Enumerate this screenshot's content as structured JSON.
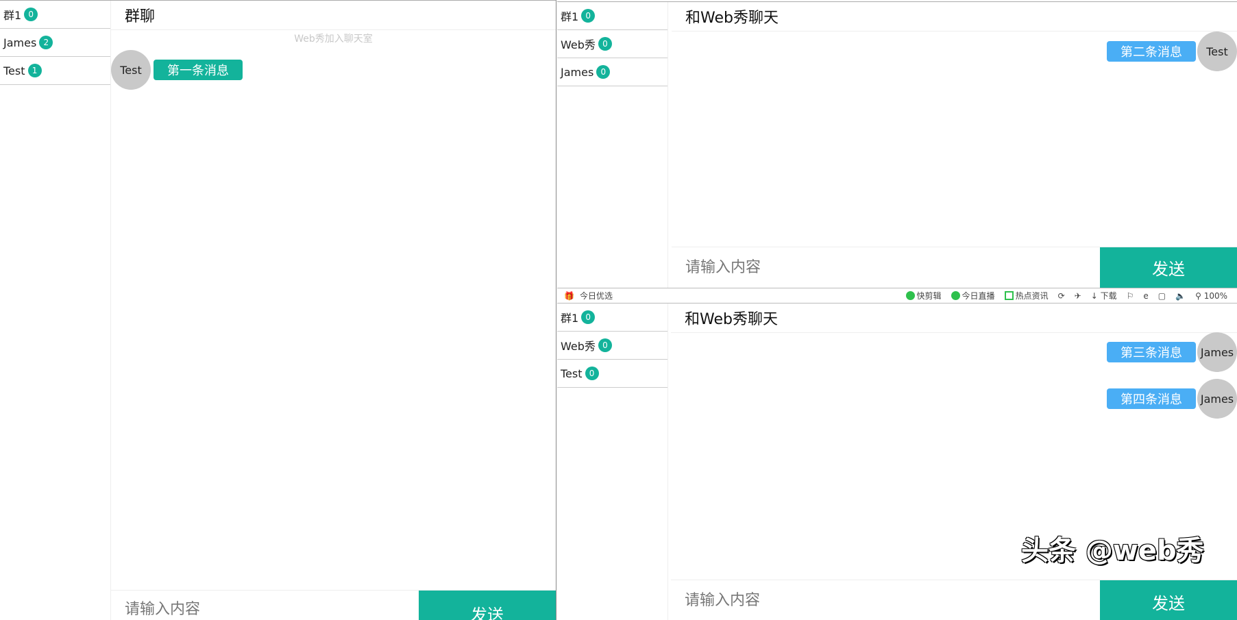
{
  "left_window": {
    "sidebar": [
      {
        "label": "群1",
        "count": "0"
      },
      {
        "label": "James",
        "count": "2"
      },
      {
        "label": "Test",
        "count": "1"
      }
    ],
    "title": "群聊",
    "notice": "Web秀加入聊天室",
    "messages": [
      {
        "avatar": "Test",
        "text": "第一条消息"
      }
    ],
    "input_placeholder": "请输入内容",
    "send_label": "发送"
  },
  "top_right_window": {
    "sidebar": [
      {
        "label": "群1",
        "count": "0"
      },
      {
        "label": "Web秀",
        "count": "0"
      },
      {
        "label": "James",
        "count": "0"
      }
    ],
    "title": "和Web秀聊天",
    "messages": [
      {
        "avatar": "Test",
        "text": "第二条消息"
      }
    ],
    "input_placeholder": "请输入内容",
    "send_label": "发送"
  },
  "browser_status": {
    "left": "今日优选",
    "items": [
      "快剪辑",
      "今日直播",
      "热点资讯",
      "下载"
    ],
    "zoom": "100%"
  },
  "bottom_right_window": {
    "sidebar": [
      {
        "label": "群1",
        "count": "0"
      },
      {
        "label": "Web秀",
        "count": "0"
      },
      {
        "label": "Test",
        "count": "0"
      }
    ],
    "title": "和Web秀聊天",
    "messages": [
      {
        "avatar": "James",
        "text": "第三条消息"
      },
      {
        "avatar": "James",
        "text": "第四条消息"
      }
    ],
    "input_placeholder": "请输入内容",
    "send_label": "发送"
  },
  "watermark": "头条 @web秀",
  "colors": {
    "accent": "#13b39b",
    "own_bubble": "#4aaef5",
    "avatar": "#c9c9c9"
  }
}
